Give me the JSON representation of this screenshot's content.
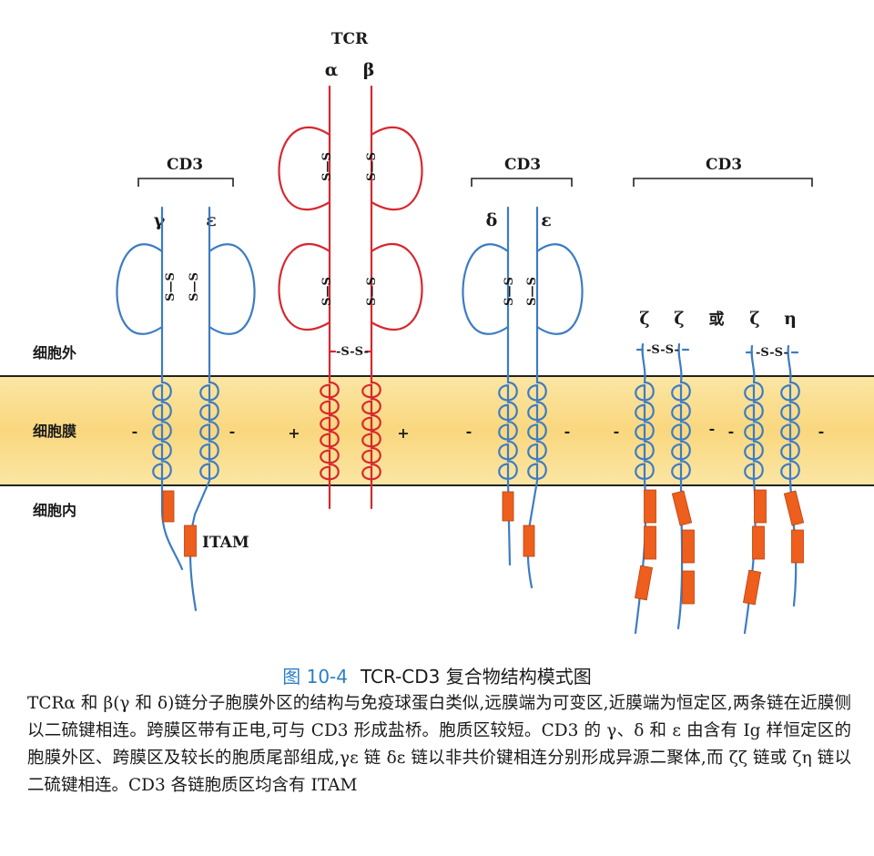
{
  "diagram": {
    "tcr_label": "TCR",
    "cd3_label": "CD3",
    "greek": {
      "alpha": "α",
      "beta": "β",
      "gamma": "γ",
      "epsilon": "ε",
      "delta": "δ",
      "zeta": "ζ",
      "eta": "η"
    },
    "or_label": "或",
    "disulfide": "S—S",
    "disulfide_inline": "-S-S-",
    "regions": {
      "extracellular": "细胞外",
      "membrane": "细胞膜",
      "intracellular": "细胞内"
    },
    "itam_label": "ITAM",
    "signs": {
      "neg": "-",
      "pos": "+"
    },
    "colors": {
      "tcr": "#d7282f",
      "cd3": "#3d7cc3",
      "itam": "#ee5e1c",
      "membrane": "#f9dc88"
    }
  },
  "caption": {
    "figure_number": "图 10-4",
    "title": "TCR-CD3 复合物结构模式图"
  },
  "description": {
    "text": "TCRα 和 β(γ 和 δ)链分子胞膜外区的结构与免疫球蛋白类似,远膜端为可变区,近膜端为恒定区,两条链在近膜侧以二硫键相连。跨膜区带有正电,可与 CD3 形成盐桥。胞质区较短。CD3 的 γ、δ 和 ε 由含有 Ig 样恒定区的胞膜外区、跨膜区及较长的胞质尾部组成,γε 链 δε 链以非共价键相连分别形成异源二聚体,而 ζζ 链或 ζη 链以二硫键相连。CD3 各链胞质区均含有 ITAM"
  }
}
